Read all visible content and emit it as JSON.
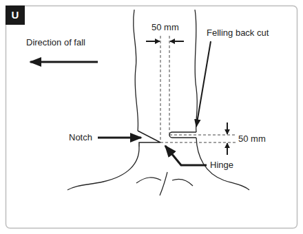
{
  "diagram": {
    "nodes": [
      {
        "text": [
          "U"
        ]
      }
    ],
    "labels": [
      "Direction of fall",
      "50 mm",
      "Felling back cut",
      "Notch",
      "50 mm",
      "Hinge"
    ]
  }
}
